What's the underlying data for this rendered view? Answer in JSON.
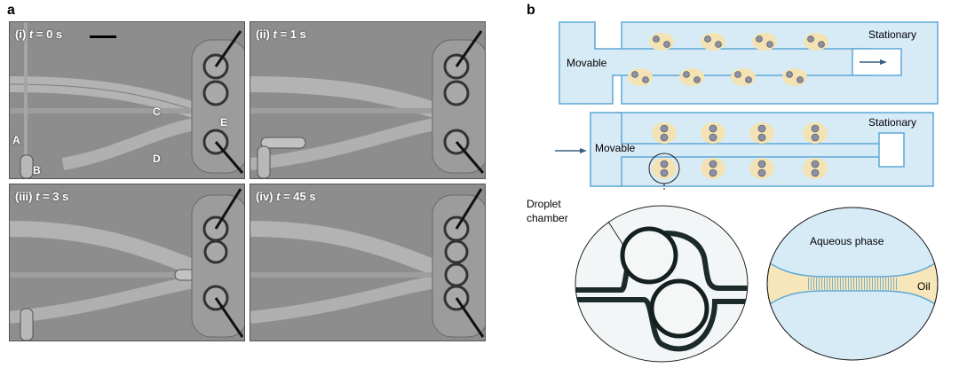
{
  "panel_a": {
    "letter": "a",
    "frames": [
      {
        "label": "(i)",
        "var": "t",
        "time": "= 0 s"
      },
      {
        "label": "(ii)",
        "var": "t",
        "time": "= 1 s"
      },
      {
        "label": "(iii)",
        "var": "t",
        "time": "= 3 s"
      },
      {
        "label": "(iv)",
        "var": "t",
        "time": "= 45 s"
      }
    ],
    "feature_labels": {
      "A": "A",
      "B": "B",
      "C": "C",
      "D": "D",
      "E": "E"
    }
  },
  "panel_b": {
    "letter": "b",
    "top_diagram": {
      "movable": "Movable",
      "stationary": "Stationary"
    },
    "bottom_diagram": {
      "movable": "Movable",
      "stationary": "Stationary"
    },
    "droplet_chamber": "Droplet\nchamber",
    "aqueous_phase": "Aqueous phase",
    "oil": "Oil"
  },
  "colors": {
    "chip_fill": "#d7ebf7",
    "chip_stroke": "#5ea7d6",
    "well_fill": "#f3e3b4",
    "arrow": "#3a5d80"
  }
}
